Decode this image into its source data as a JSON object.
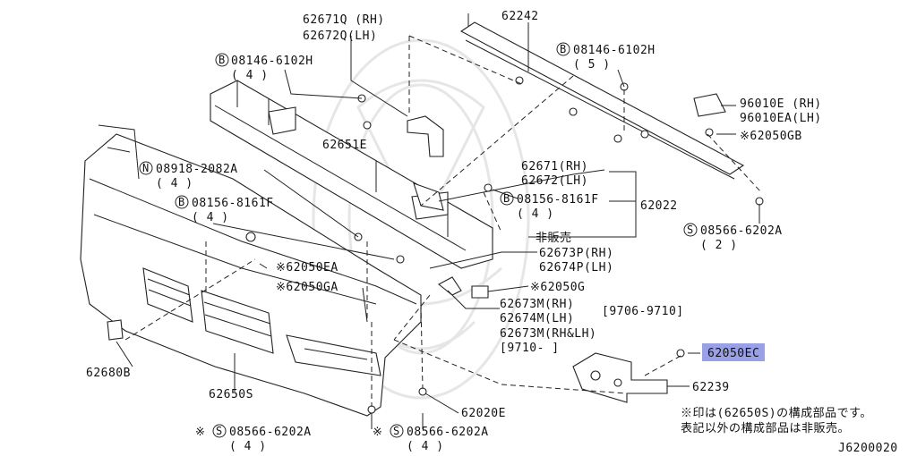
{
  "callouts": {
    "p62671q": "62671Q (RH)",
    "p62672q": "62672Q(LH)",
    "p62242": "62242",
    "b08146_left": "08146-6102H",
    "b08146_left_qty": "( 4 )",
    "b08146_right": "08146-6102H",
    "b08146_right_qty": "( 5 )",
    "p96010e": "96010E (RH)",
    "p96010ea": "96010EA(LH)",
    "p62651e": "62651E",
    "p62050gb": "※62050GB",
    "n08918": "08918-2082A",
    "n08918_qty": "( 4 )",
    "p62671": "62671(RH)",
    "p62672": "62672(LH)",
    "b08156_left": "08156-8161F",
    "b08156_left_qty": "( 4 )",
    "b08156_right": "08156-8161F",
    "b08156_right_qty": "( 4 )",
    "p62022": "62022",
    "s08566_right": "08566-6202A",
    "s08566_right_qty": "( 2 )",
    "hanbai": "非販売",
    "p62673p": "62673P(RH)",
    "p62674p": "62674P(LH)",
    "p62050ea": "※62050EA",
    "p62050ga": "※62050GA",
    "p62050g": "※62050G",
    "p62673m": "62673M(RH)",
    "p62674m": "62674M(LH)",
    "date1": "[9706-9710]",
    "p62673m_rhlh": "62673M(RH&LH)",
    "date2": "[9710-     ]",
    "p62680b": "62680B",
    "p62050ec": "62050EC",
    "p62650s": "62650S",
    "p62239": "62239",
    "p62020e": "62020E",
    "s08566_bl": "08566-6202A",
    "s08566_bl_qty": "( 4 )",
    "s08566_bm": "08566-6202A",
    "s08566_bm_qty": "( 4 )",
    "mark": "※",
    "circle_b": "B",
    "circle_n": "N",
    "circle_s": "S"
  },
  "notes": {
    "line1": "※印は(62650S)の構成部品です。",
    "line2": "表記以外の構成部品は非販売。"
  },
  "diagram_id": "J6200020",
  "highlight_color": "#9aa0e6"
}
